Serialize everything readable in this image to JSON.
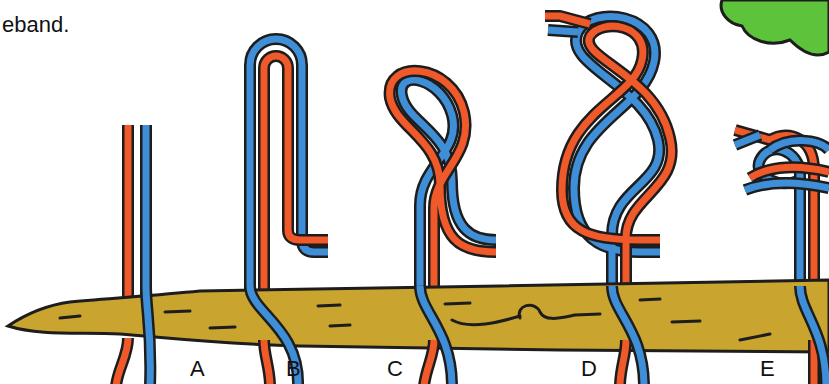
{
  "diagram": {
    "labels": [
      "eband.",
      "A",
      "B",
      "C",
      "D",
      "E"
    ]
  }
}
